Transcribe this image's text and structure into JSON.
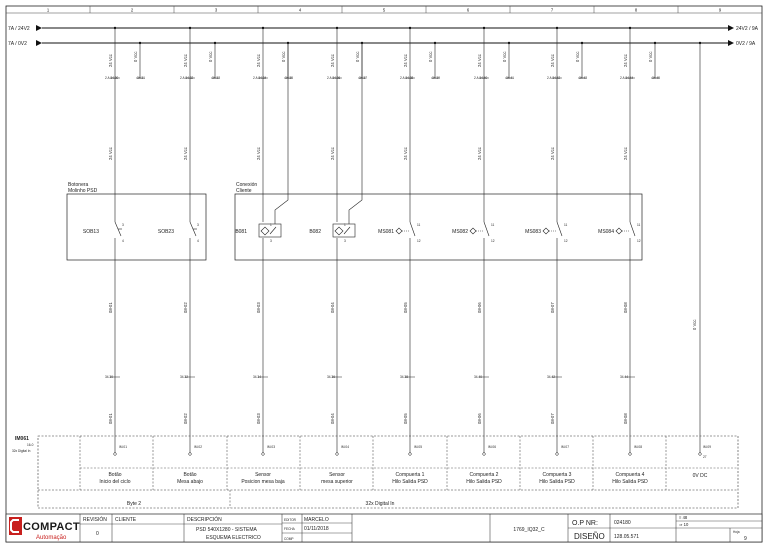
{
  "zone_numbers": [
    "1",
    "2",
    "3",
    "4",
    "5",
    "6",
    "7",
    "8",
    "9"
  ],
  "rails": {
    "left_24v": "7A / 24V2",
    "left_0v": "7A / 0V2",
    "right_24v": "24V2 / 9A",
    "right_0v": "0V2 / 9A"
  },
  "boxes": {
    "botonera_title": "Botonera",
    "botonera_subtitle": "Molinho PSD",
    "conexion_title": "Conexión",
    "conexion_subtitle": "Cliente"
  },
  "channels": [
    {
      "top_24v": "24 Vcc",
      "top_0v": "0 Vcc",
      "mid_24v": "24 Vcc",
      "term_a": "2 A  34.30",
      "term_b": "34.31",
      "device": "SOB13",
      "contact_a": "3",
      "contact_b": "4",
      "wire": "08-01",
      "low_term": "34.30",
      "low_wire": "08-01",
      "in_ref": "IM.01",
      "desc_1": "Botão",
      "desc_2": "Inicio del ciclo"
    },
    {
      "top_24v": "24 Vcc",
      "top_0v": "0 Vcc",
      "mid_24v": "24 Vcc",
      "term_a": "2 A  34.32",
      "term_b": "34.33",
      "device": "SOB23",
      "contact_a": "3",
      "contact_b": "4",
      "wire": "08-02",
      "low_term": "34.32",
      "low_wire": "08-02",
      "in_ref": "IM.02",
      "desc_1": "Botão",
      "desc_2": "Mesa abajo"
    },
    {
      "top_24v": "24 Vcc",
      "top_0v": "0 Vcc",
      "mid_24v": "24 Vcc",
      "term_a": "2 A  34.34",
      "term_b": "34.35",
      "device": "B081",
      "contact_a": "1",
      "contact_b": "3",
      "wire": "08-03",
      "low_term": "34.34",
      "low_wire": "08-03",
      "in_ref": "IM.03",
      "desc_1": "Sensor",
      "desc_2": "Posicion mesa baja"
    },
    {
      "top_24v": "24 Vcc",
      "top_0v": "0 Vcc",
      "mid_24v": "24 Vcc",
      "term_a": "2 A  34.36",
      "term_b": "34.37",
      "device": "B082",
      "contact_a": "1",
      "contact_b": "3",
      "wire": "08-04",
      "low_term": "34.36",
      "low_wire": "08-04",
      "in_ref": "IM.04",
      "desc_1": "Sensor",
      "desc_2": "mesa superior"
    },
    {
      "top_24v": "24 Vcc",
      "top_0v": "0 Vcc",
      "mid_24v": "24 Vcc",
      "term_a": "2 A  34.38",
      "term_b": "34.39",
      "device": "MS081",
      "contact_a": "11",
      "contact_b": "12",
      "wire": "08-05",
      "low_term": "34.38",
      "low_wire": "08-05",
      "in_ref": "IM.05",
      "desc_1": "Compuerta 1",
      "desc_2": "Hilo Salida PSD"
    },
    {
      "top_24v": "24 Vcc",
      "top_0v": "0 Vcc",
      "mid_24v": "24 Vcc",
      "term_a": "2 A  34.40",
      "term_b": "34.41",
      "device": "MS082",
      "contact_a": "11",
      "contact_b": "12",
      "wire": "08-06",
      "low_term": "34.40",
      "low_wire": "08-06",
      "in_ref": "IM.06",
      "desc_1": "Compuerta 2",
      "desc_2": "Hilo Salida PSD"
    },
    {
      "top_24v": "24 Vcc",
      "top_0v": "0 Vcc",
      "mid_24v": "24 Vcc",
      "term_a": "2 A  34.42",
      "term_b": "34.43",
      "device": "MS083",
      "contact_a": "11",
      "contact_b": "12",
      "wire": "08-07",
      "low_term": "34.42",
      "low_wire": "08-07",
      "in_ref": "IM.07",
      "desc_1": "Compuerta 3",
      "desc_2": "Hilo Salida PSD"
    },
    {
      "top_24v": "24 Vcc",
      "top_0v": "0 Vcc",
      "mid_24v": "24 Vcc",
      "term_a": "2 A  34.44",
      "term_b": "34.45",
      "device": "MS084",
      "contact_a": "11",
      "contact_b": "12",
      "wire": "08-08",
      "low_term": "34.44",
      "low_wire": "08-08",
      "in_ref": "IM.08",
      "desc_1": "Compuerta 4",
      "desc_2": "Hilo Salida PSD"
    }
  ],
  "last_channel": {
    "wire": "0 Vcc",
    "in_ref": "IM.09",
    "term": "27",
    "desc": "0V DC"
  },
  "module": {
    "label_1": "IM061",
    "label_2": "16-0",
    "label_3": "32x Digital In",
    "byte_label": "Byte 2",
    "group_label": "32x Digital In"
  },
  "title_block": {
    "logo_main": "COMPACT",
    "logo_sub": "Automação",
    "revision_label": "REVISIÓN",
    "revision_value": "0",
    "cliente_label": "CLIENTE",
    "descripcion_label": "DESCRIPCIÓN",
    "descripcion_1": "PSD 540X1280 - SISTEMA",
    "descripcion_2": "ESQUEMA ELECTRICO",
    "editor_label": "EDITOR",
    "editor_value": "MARCELO",
    "fecha_label": "FECHA",
    "fecha_value": "01/11/2018",
    "comp_label": "COMP",
    "doc_code": "1769_IQ32_C",
    "op_label": "O.P NR:",
    "op_value": "024180",
    "diseno_label": "DISEÑO",
    "diseno_value": "128.05.571",
    "ref_1": "≡ 48",
    "ref_2": "⇒ 10",
    "hoja_label": "Hoja",
    "hoja_value": "9"
  }
}
